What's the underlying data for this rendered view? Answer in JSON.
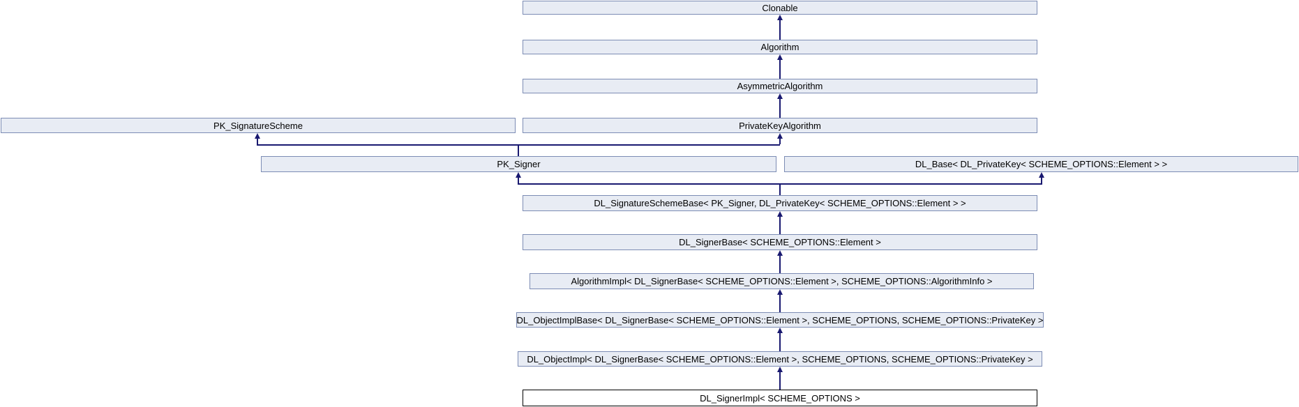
{
  "diagram": {
    "type": "class-inheritance-graph",
    "focus_node": "DL_SignerImpl< SCHEME_OPTIONS >",
    "colors": {
      "node_fill": "#e8ecf4",
      "node_border": "#7c8cb4",
      "focus_node_fill": "#ffffff",
      "focus_node_border": "#000000",
      "edge": "#191970",
      "text": "#000000",
      "background": "#ffffff"
    },
    "nodes": {
      "clonable": {
        "label": "Clonable"
      },
      "algorithm": {
        "label": "Algorithm"
      },
      "asymmetric_algorithm": {
        "label": "AsymmetricAlgorithm"
      },
      "pk_signature_scheme": {
        "label": "PK_SignatureScheme"
      },
      "private_key_algorithm": {
        "label": "PrivateKeyAlgorithm"
      },
      "pk_signer": {
        "label": "PK_Signer"
      },
      "dl_base": {
        "label": "DL_Base< DL_PrivateKey< SCHEME_OPTIONS::Element > >"
      },
      "dl_signature_scheme_base": {
        "label": "DL_SignatureSchemeBase< PK_Signer, DL_PrivateKey< SCHEME_OPTIONS::Element > >"
      },
      "dl_signer_base": {
        "label": "DL_SignerBase< SCHEME_OPTIONS::Element >"
      },
      "algorithm_impl": {
        "label": "AlgorithmImpl< DL_SignerBase< SCHEME_OPTIONS::Element >, SCHEME_OPTIONS::AlgorithmInfo >"
      },
      "dl_object_impl_base": {
        "label": "DL_ObjectImplBase< DL_SignerBase< SCHEME_OPTIONS::Element >, SCHEME_OPTIONS, SCHEME_OPTIONS::PrivateKey >"
      },
      "dl_object_impl": {
        "label": "DL_ObjectImpl< DL_SignerBase< SCHEME_OPTIONS::Element >, SCHEME_OPTIONS, SCHEME_OPTIONS::PrivateKey >"
      },
      "dl_signer_impl": {
        "label": "DL_SignerImpl< SCHEME_OPTIONS >"
      }
    },
    "edges": [
      {
        "from": "algorithm",
        "to": "clonable"
      },
      {
        "from": "asymmetric_algorithm",
        "to": "algorithm"
      },
      {
        "from": "private_key_algorithm",
        "to": "asymmetric_algorithm"
      },
      {
        "from": "pk_signer",
        "to": "pk_signature_scheme"
      },
      {
        "from": "pk_signer",
        "to": "private_key_algorithm"
      },
      {
        "from": "dl_signature_scheme_base",
        "to": "pk_signer"
      },
      {
        "from": "dl_signature_scheme_base",
        "to": "dl_base"
      },
      {
        "from": "dl_signer_base",
        "to": "dl_signature_scheme_base"
      },
      {
        "from": "algorithm_impl",
        "to": "dl_signer_base"
      },
      {
        "from": "dl_object_impl_base",
        "to": "algorithm_impl"
      },
      {
        "from": "dl_object_impl",
        "to": "dl_object_impl_base"
      },
      {
        "from": "dl_signer_impl",
        "to": "dl_object_impl"
      }
    ]
  }
}
